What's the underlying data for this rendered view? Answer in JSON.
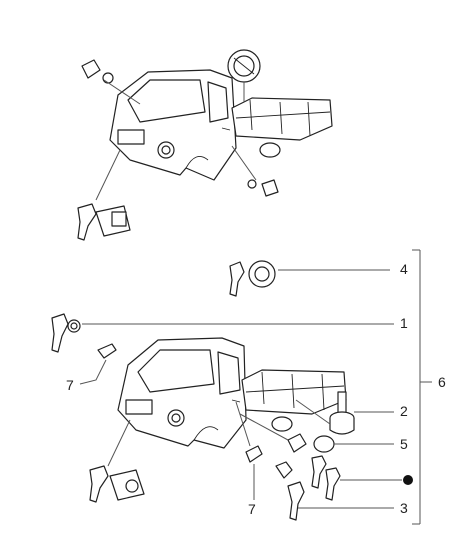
{
  "diagram": {
    "callouts": {
      "c1": "1",
      "c2": "2",
      "c3": "3",
      "c4": "4",
      "c5": "5",
      "c6": "6",
      "c7a": "7",
      "c7b": "7"
    },
    "colors": {
      "line": "#222222",
      "leader": "#555555",
      "background": "#ffffff"
    }
  }
}
